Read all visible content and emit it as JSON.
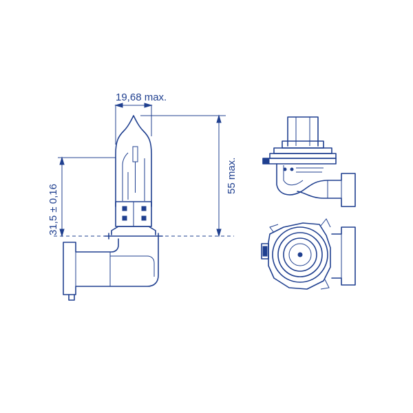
{
  "dimensions": {
    "width_label": "19,68 max.",
    "height_label": "55 max.",
    "reference_label": "31,5 ± 0,16"
  },
  "colors": {
    "line": "#1f3f8f",
    "background": "#ffffff"
  }
}
